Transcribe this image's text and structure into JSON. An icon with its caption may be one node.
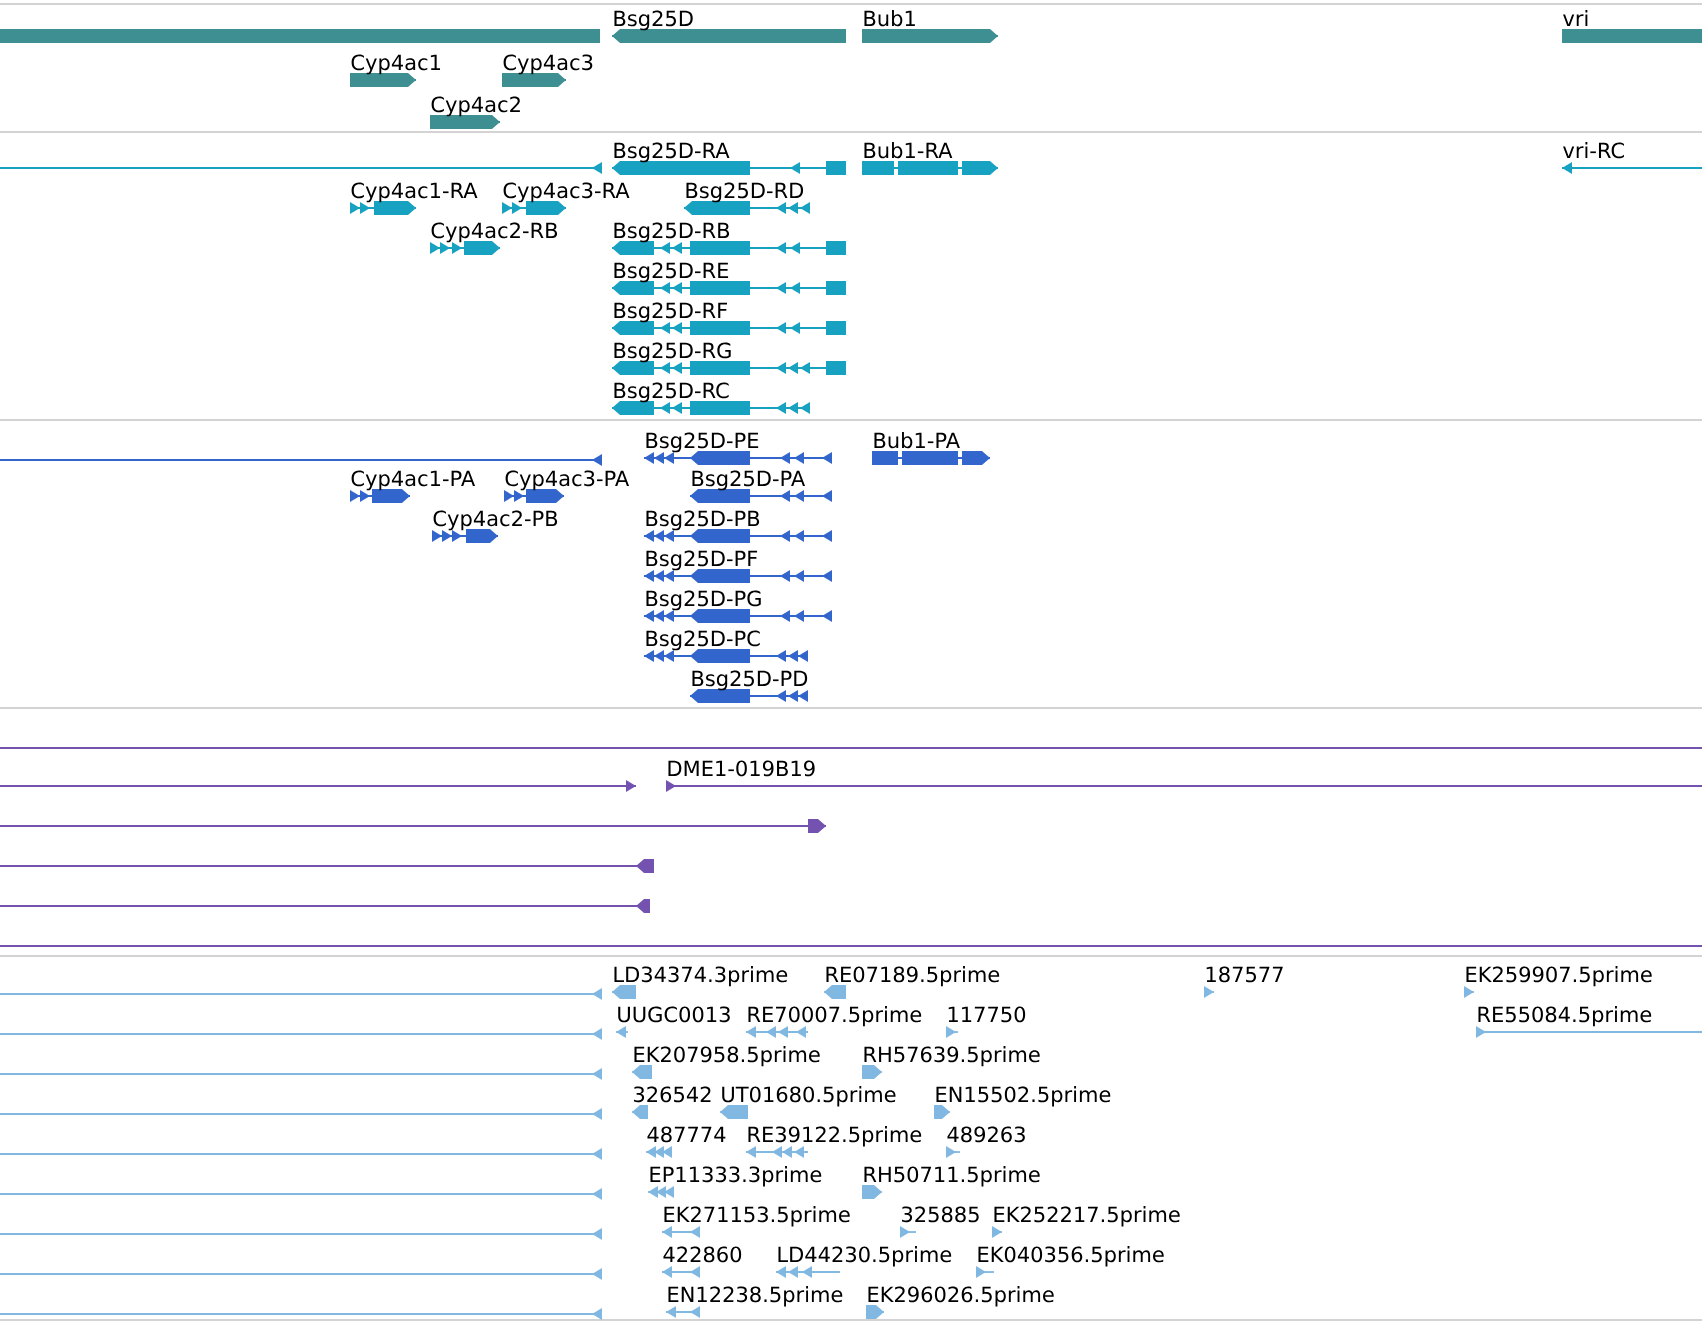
{
  "diagram": {
    "labels": [
      "Bsg25D",
      "Bub1",
      "vri",
      "Cyp4ac1",
      "Cyp4ac3",
      "Cyp4ac2",
      "Bsg25D-RA",
      "Bub1-RA",
      "vri-RC",
      "Cyp4ac1-RA",
      "Cyp4ac3-RA",
      "Bsg25D-RD",
      "Cyp4ac2-RB",
      "Bsg25D-RB",
      "Bsg25D-RE",
      "Bsg25D-RF",
      "Bsg25D-RG",
      "Bsg25D-RC",
      "Bsg25D-PE",
      "Bub1-PA",
      "Cyp4ac1-PA",
      "Cyp4ac3-PA",
      "Bsg25D-PA",
      "Cyp4ac2-PB",
      "Bsg25D-PB",
      "Bsg25D-PF",
      "Bsg25D-PG",
      "Bsg25D-PC",
      "Bsg25D-PD",
      "DME1-019B19",
      "LD34374.3prime",
      "RE07189.5prime",
      "187577",
      "EK259907.5prime",
      "UUGC0013",
      "RE70007.5prime",
      "117750",
      "RE55084.5prime",
      "EK207958.5prime",
      "RH57639.5prime",
      "326542",
      "UT01680.5prime",
      "EN15502.5prime",
      "487774",
      "RE39122.5prime",
      "489263",
      "EP11333.3prime",
      "RH50711.5prime",
      "EK271153.5prime",
      "325885",
      "EK252217.5prime",
      "422860",
      "LD44230.5prime",
      "EK040356.5prime",
      "EN12238.5prime",
      "EK296026.5prime"
    ]
  }
}
